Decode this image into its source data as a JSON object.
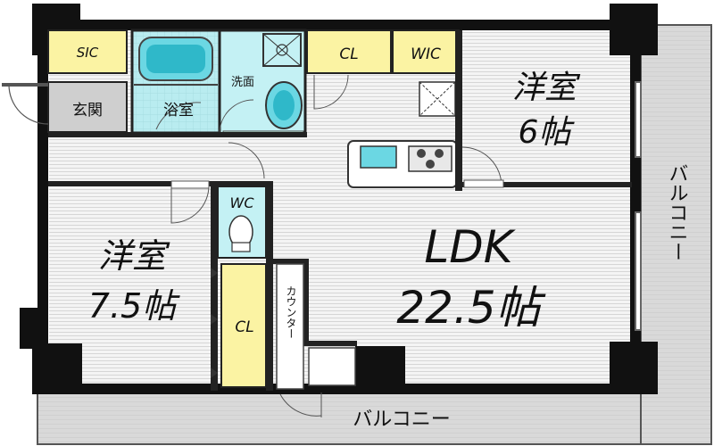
{
  "plan": {
    "ldk": {
      "name": "LDK",
      "size": "22.5帖"
    },
    "bedroom_east": {
      "name": "洋室",
      "size": "6帖"
    },
    "bedroom_west": {
      "name": "洋室",
      "size": "7.5帖"
    },
    "labels": {
      "sic": "SIC",
      "entrance": "玄関",
      "bath": "浴室",
      "washroom": "洗面",
      "cl_top": "CL",
      "wic": "WIC",
      "wc": "WC",
      "cl_bedroom": "CL",
      "counter": "カウンター",
      "balcony_south": "バルコニー",
      "balcony_east": "バルコニー"
    }
  }
}
